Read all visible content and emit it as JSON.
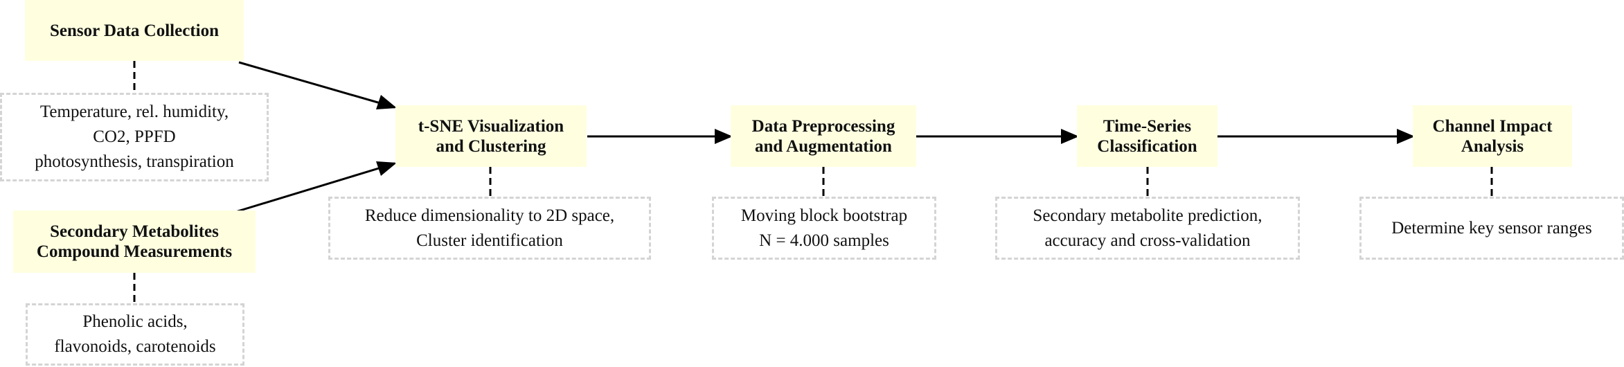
{
  "stages": {
    "sensor": "Sensor Data Collection",
    "metabolites": "Secondary Metabolites\nCompound Measurements",
    "tsne": "t-SNE Visualization\nand Clustering",
    "preprocess": "Data Preprocessing\nand Augmentation",
    "classify": "Time-Series\nClassification",
    "impact": "Channel Impact\nAnalysis"
  },
  "notes": {
    "sensor": "Temperature, rel. humidity,\nCO2, PPFD\nphotosynthesis, transpiration",
    "metabolites": "Phenolic acids,\nflavonoids, carotenoids",
    "tsne": "Reduce dimensionality to 2D space,\nCluster identification",
    "preprocess": "Moving block bootstrap\nN = 4.000 samples",
    "classify": "Secondary metabolite prediction,\naccuracy and cross-validation",
    "impact": "Determine key sensor ranges"
  },
  "colors": {
    "stage_fill": "#ffffe0",
    "note_border": "#d4d4d4",
    "edge": "#000000"
  }
}
